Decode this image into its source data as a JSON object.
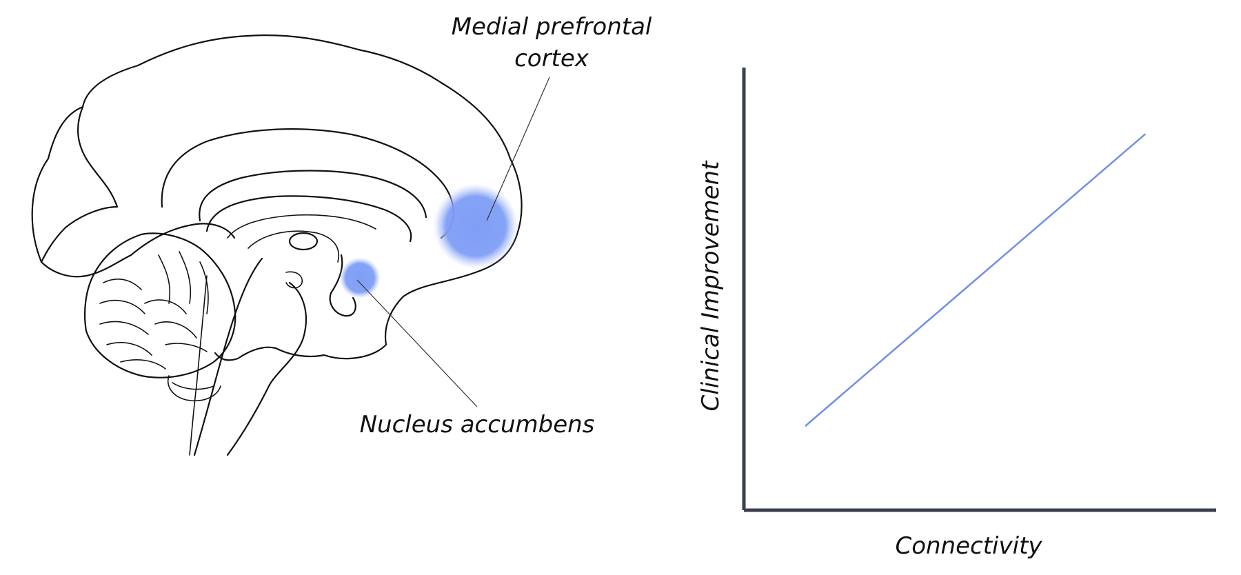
{
  "diagram": {
    "labels": {
      "mpfc_line1": "Medial prefrontal",
      "mpfc_line2": "cortex",
      "nucleus_accumbens": "Nucleus accumbens"
    },
    "highlight_color": "#7f9ef5"
  },
  "chart_data": {
    "type": "line",
    "xlabel": "Connectivity",
    "ylabel": "Clinical Improvement",
    "xlim": [
      0,
      1
    ],
    "ylim": [
      0,
      1
    ],
    "series": [
      {
        "x": [
          0.13,
          0.85
        ],
        "y": [
          0.19,
          0.85
        ],
        "color": "#6f8fe8"
      }
    ],
    "grid": false,
    "axis_color": "#3a3f4d"
  }
}
